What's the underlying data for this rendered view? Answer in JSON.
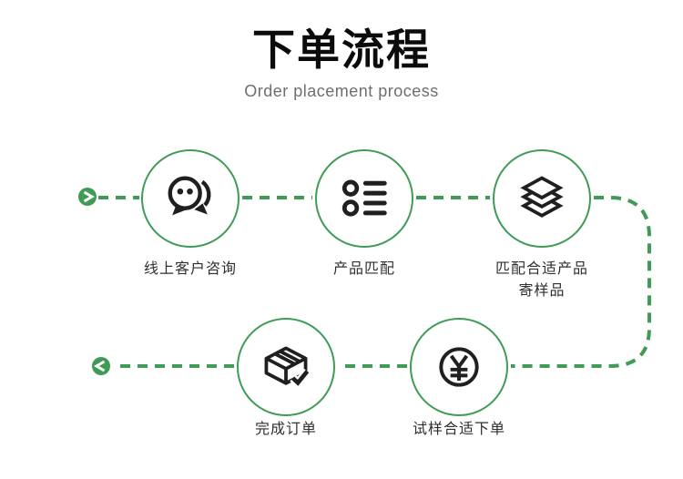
{
  "header": {
    "title": "下单流程",
    "subtitle": "Order placement process"
  },
  "steps": [
    {
      "order": 1,
      "label": "线上客户咨询",
      "icon": "chat-bubbles-icon"
    },
    {
      "order": 2,
      "label": "产品匹配",
      "icon": "product-list-icon"
    },
    {
      "order": 3,
      "label": "匹配合适产品",
      "label_line2": "寄样品",
      "icon": "layers-icon"
    },
    {
      "order": 4,
      "label": "试样合适下单",
      "icon": "yuan-currency-icon"
    },
    {
      "order": 5,
      "label": "完成订单",
      "icon": "package-check-icon"
    }
  ],
  "flow": {
    "line_style": "dashed",
    "start_marker": "right-arrow",
    "end_marker": "left-arrow"
  },
  "colors": {
    "accent_green": "#3f9b55",
    "icon_ink": "#1f1f1f",
    "title_ink": "#0b0b0b",
    "subtitle_gray": "#6e6e6e",
    "label_ink": "#2f2f2f",
    "background": "#ffffff"
  }
}
